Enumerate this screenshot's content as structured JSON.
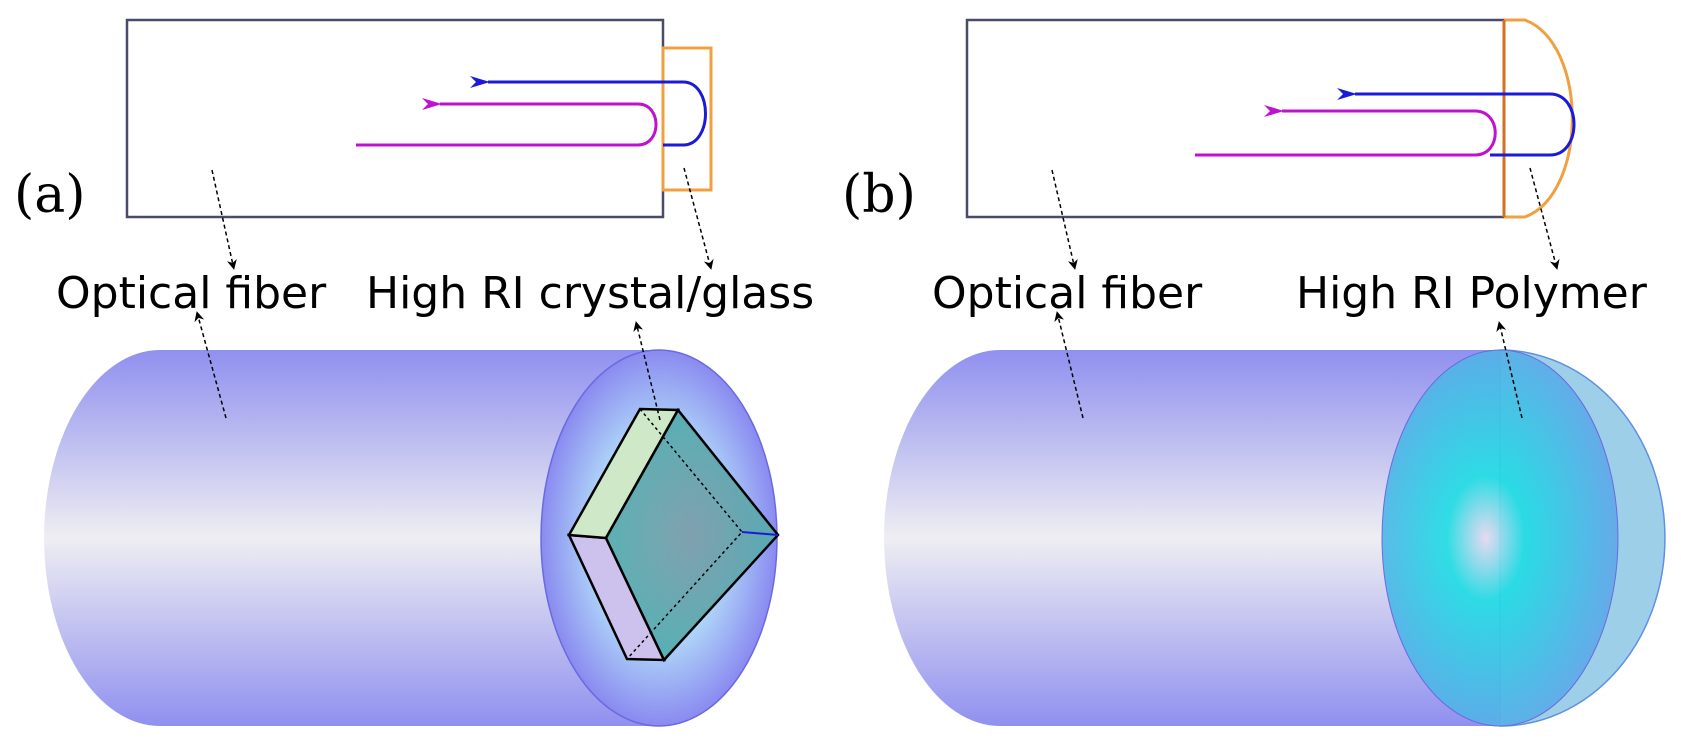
{
  "panels": [
    {
      "id": "a",
      "label": "(a)",
      "fiber_label": "Optical fiber",
      "tip_label": "High RI crystal/glass"
    },
    {
      "id": "b",
      "label": "(b)",
      "fiber_label": "Optical fiber",
      "tip_label": "High RI Polymer"
    }
  ],
  "colors": {
    "fiber_outline": "#4a4a6a",
    "tip_outline": "#f0a040",
    "tip_outline_dark": "#d07020",
    "ray_blue": "#1a1ad8",
    "ray_magenta": "#c010d0",
    "cylinder_edge": "#9090f0",
    "cylinder_mid": "#eeeef2",
    "crystal_face": "#4ab0b0",
    "polymer_center": "#e6d8f0",
    "polymer_cyan": "#20dce4"
  }
}
